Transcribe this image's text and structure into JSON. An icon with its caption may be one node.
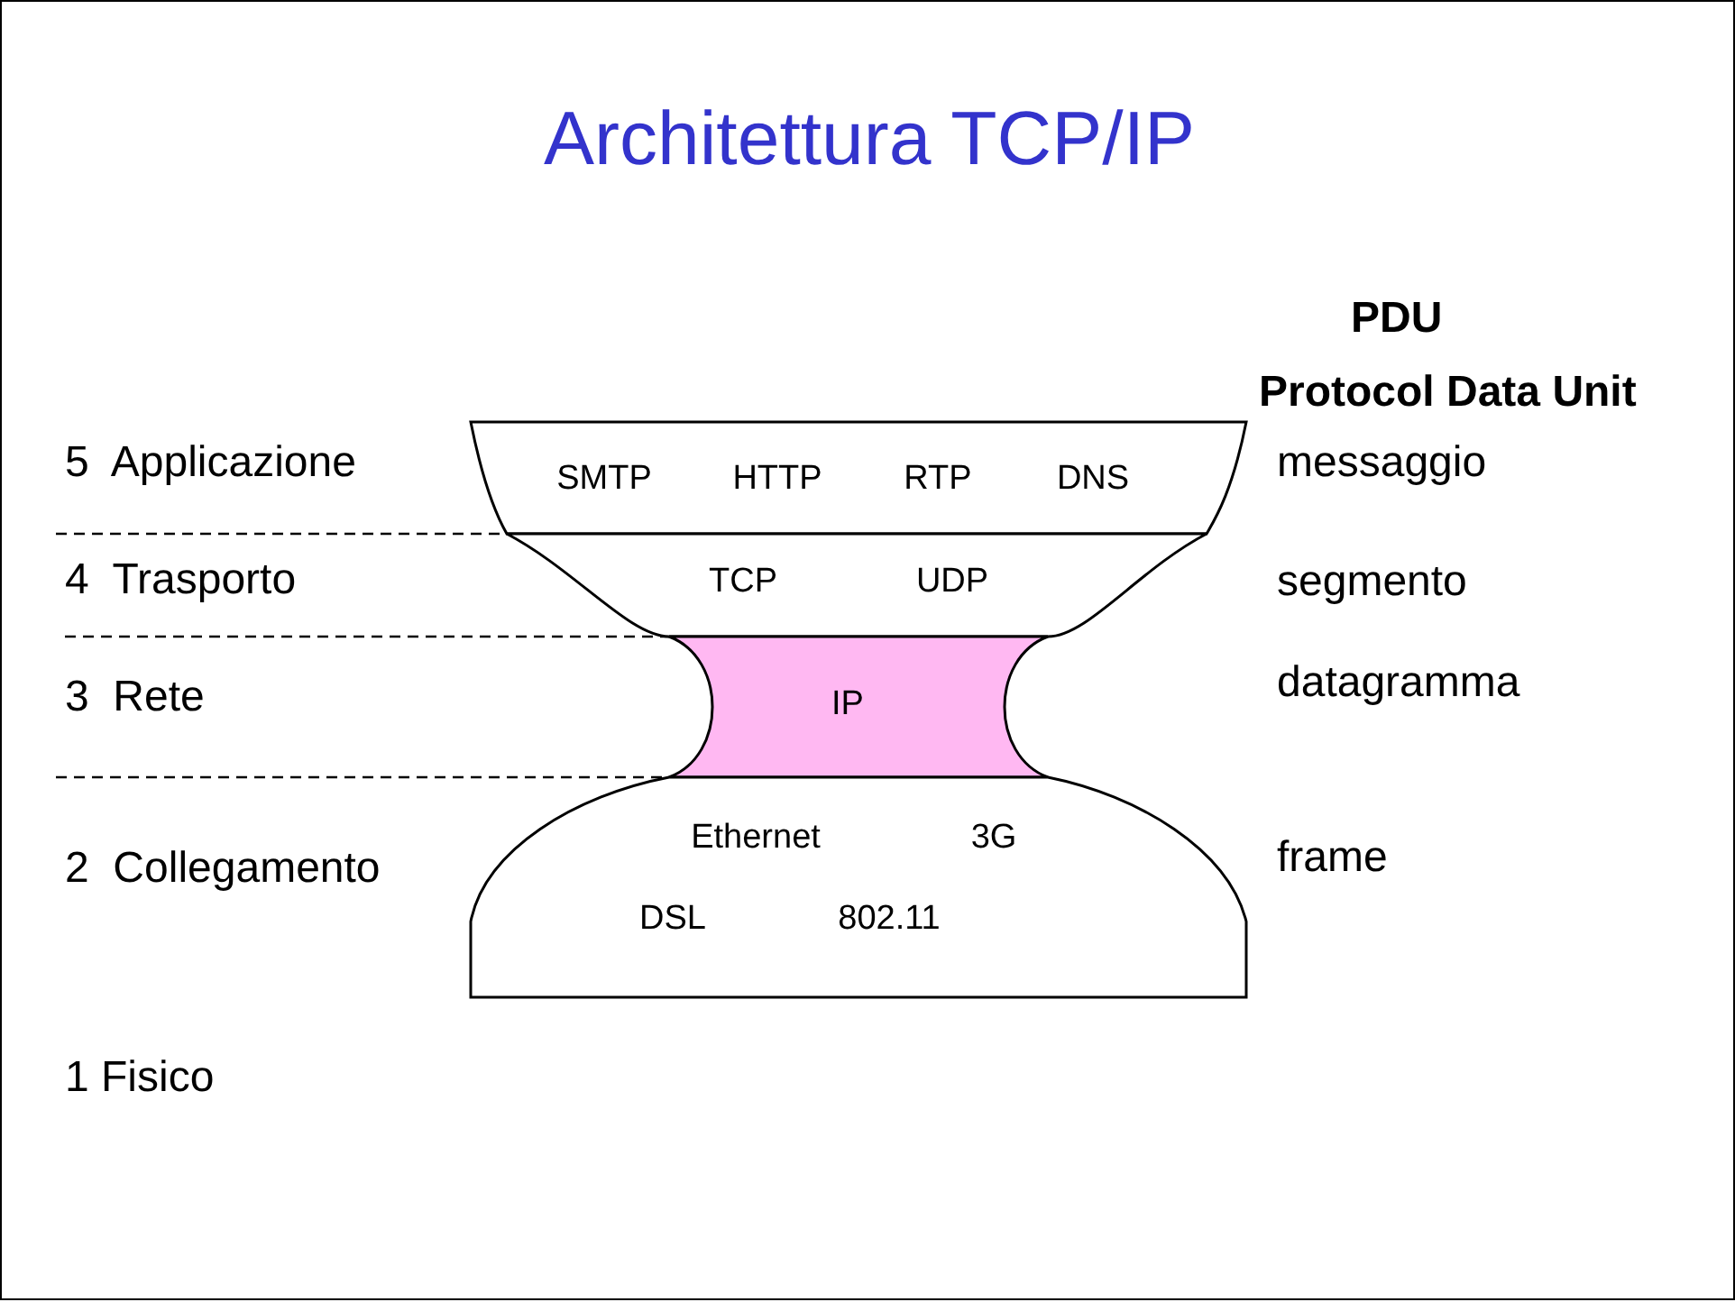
{
  "diagram": {
    "title": "Architettura TCP/IP",
    "nodes": [
      {
        "text": [
          "SMTP",
          "HTTP",
          "RTP",
          "DNS"
        ]
      },
      {
        "text": [
          "TCP",
          "UDP"
        ]
      },
      {
        "text": [
          "IP"
        ]
      },
      {
        "text": [
          "Ethernet",
          "3G",
          "DSL",
          "802.11"
        ]
      }
    ],
    "labels": [
      "PDU",
      "Protocol Data Unit",
      "5  Applicazione",
      "messaggio",
      "4  Trasporto",
      "segmento",
      "3  Rete",
      "datagramma",
      "2  Collegamento",
      "frame",
      "1 Fisico"
    ]
  }
}
